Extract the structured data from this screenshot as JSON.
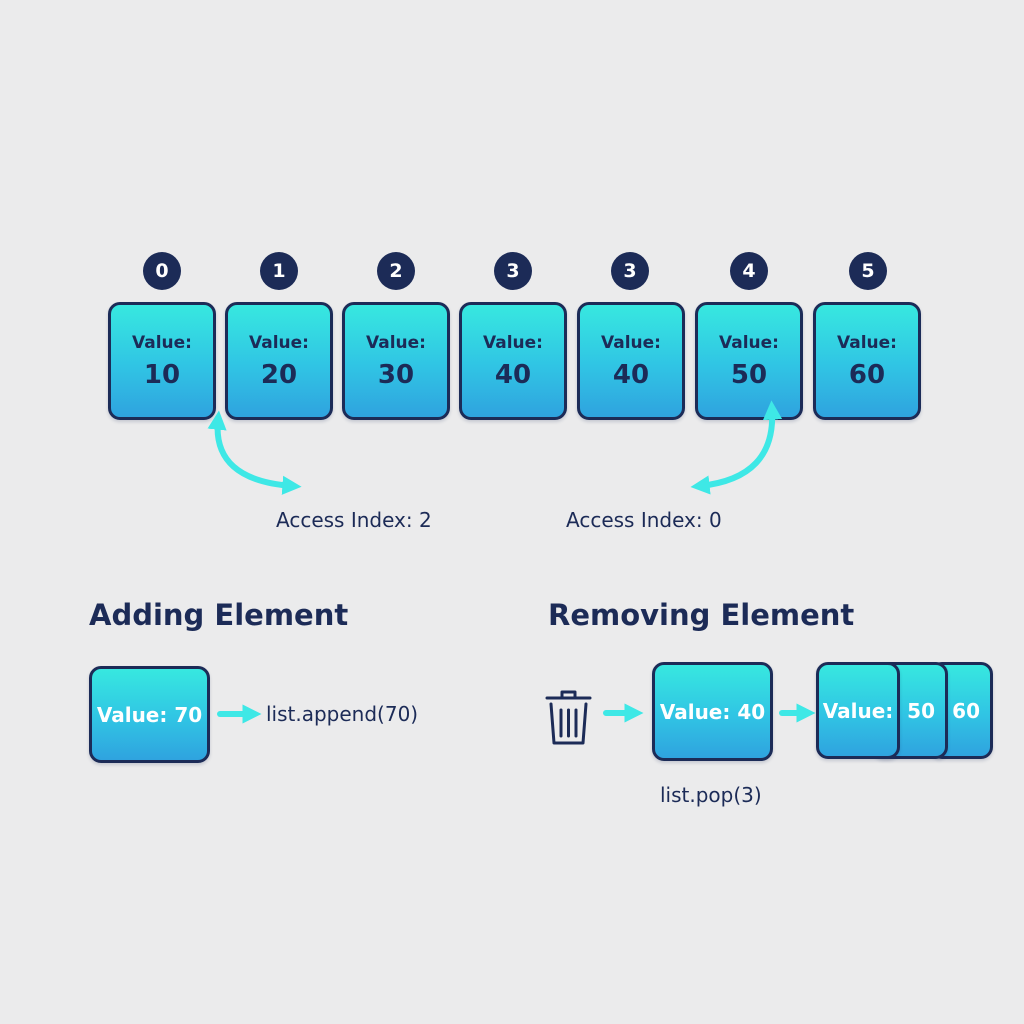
{
  "array": {
    "elements": [
      {
        "index": "0",
        "label": "Value:",
        "value": "10"
      },
      {
        "index": "1",
        "label": "Value:",
        "value": "20"
      },
      {
        "index": "2",
        "label": "Value:",
        "value": "30"
      },
      {
        "index": "3",
        "label": "Value:",
        "value": "40"
      },
      {
        "index": "3",
        "label": "Value:",
        "value": "40"
      },
      {
        "index": "4",
        "label": "Value:",
        "value": "50"
      },
      {
        "index": "5",
        "label": "Value:",
        "value": "60"
      }
    ]
  },
  "access": {
    "left_label": "Access Index: 2",
    "right_label": "Access Index: 0"
  },
  "adding": {
    "heading": "Adding Element",
    "cell_label": "Value: 70",
    "code": "list.append(70)"
  },
  "removing": {
    "heading": "Removing Element",
    "icon": "trash-icon",
    "cell_label": "Value: 40",
    "stack_label": "Value:",
    "stack_values": [
      "50",
      "60"
    ],
    "code": "list.pop(3)"
  },
  "colors": {
    "navy": "#1c2b57",
    "cyan": "#37e8e0",
    "blue": "#2fa3df",
    "arrow": "#3ee8e6",
    "background": "#ebebec"
  }
}
